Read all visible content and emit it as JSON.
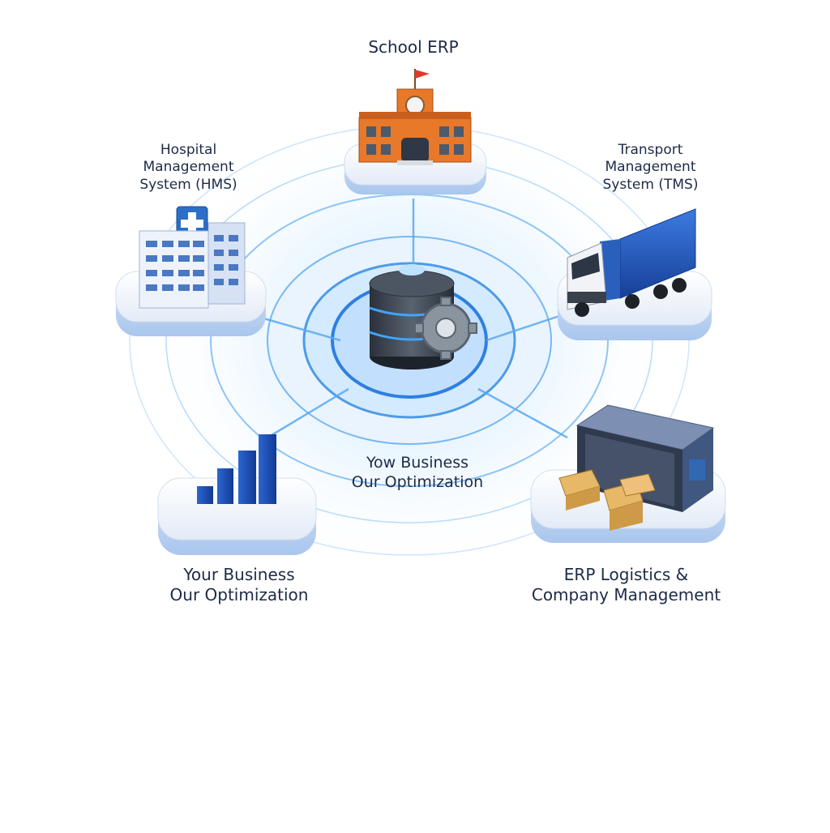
{
  "diagram": {
    "hub": {
      "icon": "database-gear-icon",
      "caption_line1": "Yow Business",
      "caption_line2": "Our Optimization"
    },
    "modules": [
      {
        "key": "school",
        "icon": "school-building-icon",
        "lines": [
          "School ERP"
        ]
      },
      {
        "key": "hms",
        "icon": "hospital-building-icon",
        "lines": [
          "Hospital",
          "Management",
          "System (HMS)"
        ]
      },
      {
        "key": "tms",
        "icon": "truck-icon",
        "lines": [
          "Transport",
          "Management",
          "System (TMS)"
        ]
      },
      {
        "key": "analytics",
        "icon": "bar-chart-icon",
        "lines": [
          "Your Business",
          "Our Optimization"
        ]
      },
      {
        "key": "logistics",
        "icon": "warehouse-icon",
        "lines": [
          "ERP Logistics &",
          "Company Management"
        ]
      }
    ],
    "colors": {
      "accent": "#2f7fe0",
      "glow": "#9fd0ff",
      "platform": "#eef3fb",
      "school_orange": "#e8782a",
      "truck_blue": "#1f5cc4",
      "bar_blue": "#1d4fb8",
      "box_tan": "#e0ad55",
      "server_dark": "#3c4654"
    }
  }
}
